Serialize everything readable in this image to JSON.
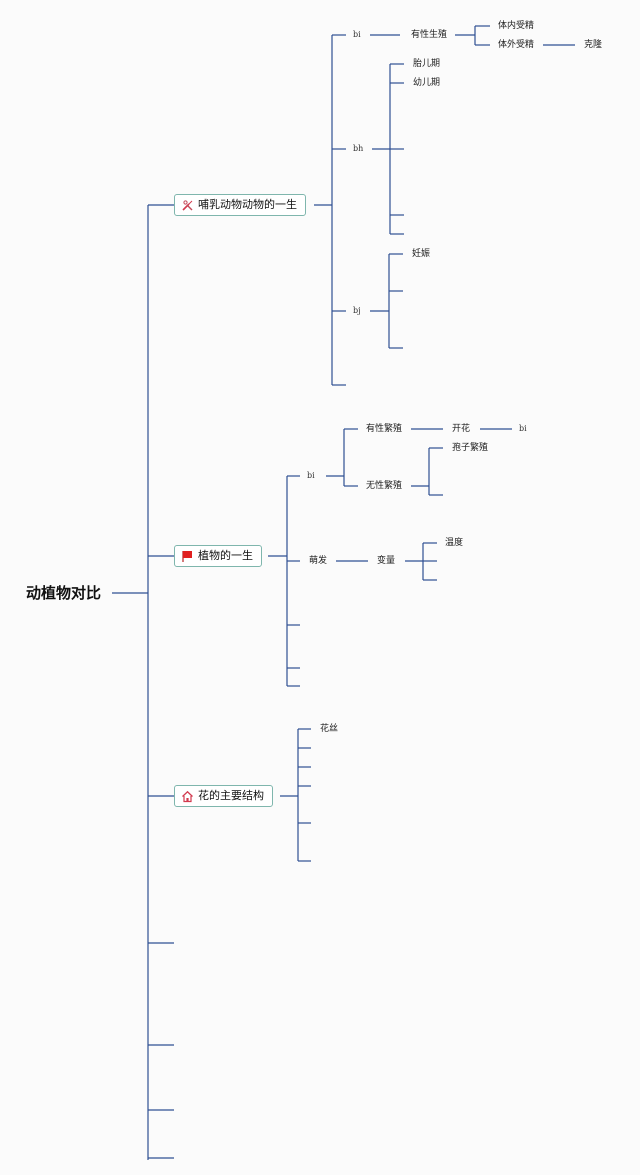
{
  "root": {
    "label": "动植物对比"
  },
  "topics": {
    "mammal": {
      "label": "哺乳动物动物的一生",
      "icon": "tools-icon"
    },
    "plant": {
      "label": "植物的一生",
      "icon": "red-flag-icon"
    },
    "flower": {
      "label": "花的主要结构",
      "icon": "house-icon"
    }
  },
  "mammal_branch": {
    "bi": {
      "code": "bi",
      "sexual": "有性生殖",
      "internal": "体内受精",
      "external": "体外受精",
      "clone": "克隆"
    },
    "bh": {
      "code": "bh",
      "fetal": "胎儿期",
      "infant": "幼儿期"
    },
    "bj": {
      "code": "bj",
      "pregnancy": "妊娠"
    }
  },
  "plant_branch": {
    "bi": {
      "code": "bi",
      "sexual": "有性繁殖",
      "flowering": "开花",
      "flowering_child": "bi",
      "asexual": "无性繁殖",
      "spore": "孢子繁殖"
    },
    "germination": {
      "label": "萌发",
      "variable": "变量",
      "temperature": "温度"
    }
  },
  "flower_branch": {
    "filament": "花丝"
  },
  "colors": {
    "line": "#2f4f93",
    "topic_border": "#7fb6ad",
    "background": "#fbfbfb"
  }
}
